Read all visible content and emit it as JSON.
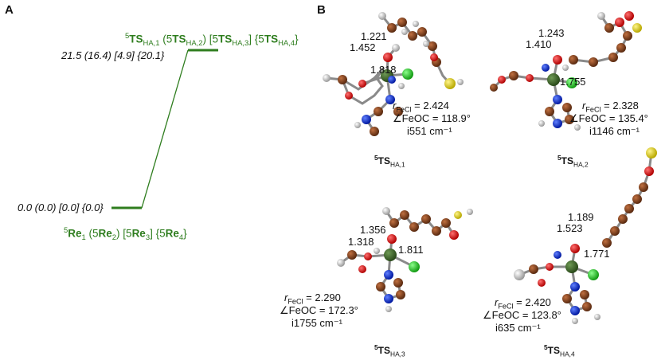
{
  "panels": {
    "a": "A",
    "b": "B"
  },
  "profile": {
    "ts_energies": "21.5 (16.4) [4.9] {20.1}",
    "re_energies": "0.0 (0.0) [0.0] {0.0}",
    "ts_label": {
      "ts1_pre": "5",
      "ts1_main": "TS",
      "ts1_sub": "HA,1",
      "ts2_pre": " (5",
      "ts2_main": "TS",
      "ts2_sub": "HA,2",
      "ts2_post": ")",
      "ts3_pre": " [5",
      "ts3_main": "TS",
      "ts3_sub": "HA,3",
      "ts3_post": "]",
      "ts4_pre": " {5",
      "ts4_main": "TS",
      "ts4_sub": "HA,4",
      "ts4_post": "}"
    },
    "re_label": {
      "re1_pre": "5",
      "re1_main": "Re",
      "re1_sub": "1",
      "re2_pre": " (5",
      "re2_main": "Re",
      "re2_sub": "2",
      "re2_post": ")",
      "re3_pre": " [5",
      "re3_main": "Re",
      "re3_sub": "3",
      "re3_post": "]",
      "re4_pre": " {5",
      "re4_main": "Re",
      "re4_sub": "4",
      "re4_post": "}"
    },
    "line_color": "#2e7d1e"
  },
  "structures": {
    "ts1": {
      "d1": "1.221",
      "d2": "1.452",
      "d3": "1.818",
      "r_sym": "r",
      "r_sub": "FeCl",
      "r_val": " = 2.424",
      "angle": "∠FeOC = 118.9°",
      "freq": "i551 cm⁻¹",
      "lab_pre": "5",
      "lab_main": "TS",
      "lab_sub": "HA,1"
    },
    "ts2": {
      "d1": "1.243",
      "d2": "1.410",
      "d3": "1.755",
      "r_sym": "r",
      "r_sub": "FeCl",
      "r_val": " = 2.328",
      "angle": "∠FeOC = 135.4°",
      "freq": "i1146 cm⁻¹",
      "lab_pre": "5",
      "lab_main": "TS",
      "lab_sub": "HA,2"
    },
    "ts3": {
      "d1": "1.356",
      "d2": "1.318",
      "d3": "1.811",
      "r_sym": "r",
      "r_sub": "FeCl",
      "r_val": " = 2.290",
      "angle": "∠FeOC = 172.3°",
      "freq": "i1755 cm⁻¹",
      "lab_pre": "5",
      "lab_main": "TS",
      "lab_sub": "HA,3"
    },
    "ts4": {
      "d1": "1.189",
      "d2": "1.523",
      "d3": "1.771",
      "r_sym": "r",
      "r_sub": "FeCl",
      "r_val": " = 2.420",
      "angle": "∠FeOC = 123.8°",
      "freq": "i635 cm⁻¹",
      "lab_pre": "5",
      "lab_main": "TS",
      "lab_sub": "HA,4"
    }
  },
  "atom_colors": {
    "carbon": "#7a3b1a",
    "hydrogen": "#cfcfcf",
    "oxygen": "#e01010",
    "nitrogen": "#1030d0",
    "iron": "#3d6b2a",
    "chlorine": "#22cc22",
    "sulfur": "#e6d400"
  }
}
